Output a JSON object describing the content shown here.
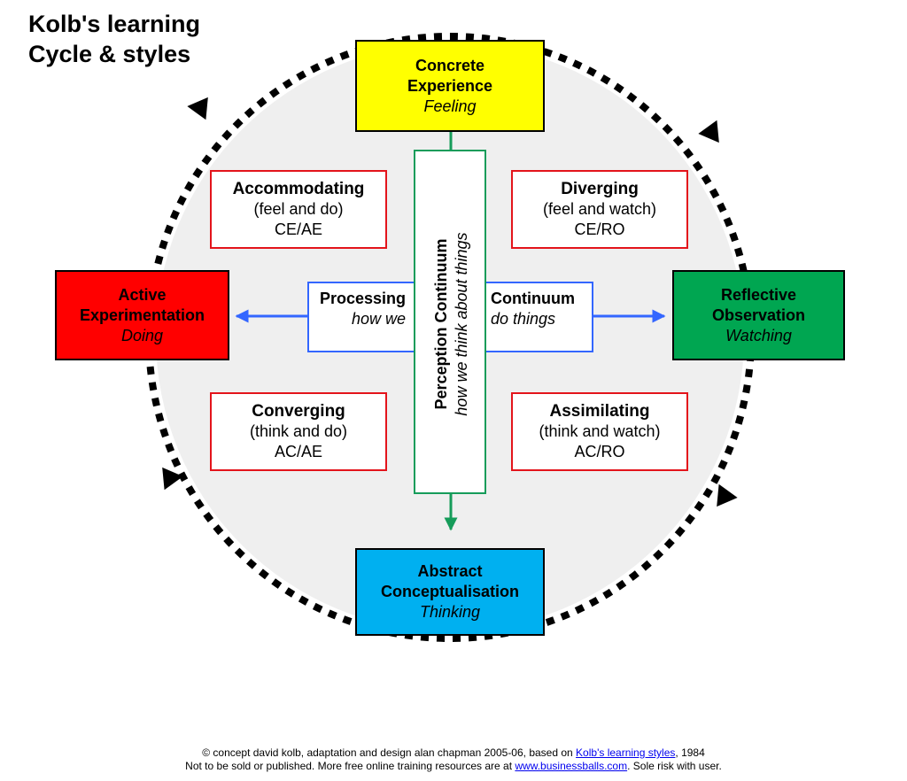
{
  "title": {
    "line1": "Kolb's learning",
    "line2": "Cycle &  styles"
  },
  "stages": {
    "concrete": {
      "name1": "Concrete",
      "name2": "Experience",
      "verb": "Feeling"
    },
    "reflective": {
      "name1": "Reflective",
      "name2": "Observation",
      "verb": "Watching"
    },
    "abstract": {
      "name1": "Abstract",
      "name2": "Conceptualisation",
      "verb": "Thinking"
    },
    "active": {
      "name1": "Active",
      "name2": "Experimentation",
      "verb": "Doing"
    }
  },
  "styles": {
    "accommodating": {
      "name": "Accommodating",
      "desc": "(feel and do)",
      "code": "CE/AE"
    },
    "diverging": {
      "name": "Diverging",
      "desc": "(feel and watch)",
      "code": "CE/RO"
    },
    "converging": {
      "name": "Converging",
      "desc": "(think and do)",
      "code": "AC/AE"
    },
    "assimilating": {
      "name": "Assimilating",
      "desc": "(think and watch)",
      "code": "AC/RO"
    }
  },
  "processing": {
    "left_title": "Processing",
    "left_sub": "how we",
    "right_title": "Continuum",
    "right_sub": "do things"
  },
  "perception": {
    "title": "Perception Continuum",
    "sub": "how we think about things"
  },
  "footer": {
    "l1_a": "© concept david kolb, adaptation and design alan chapman 2005-06, based on ",
    "l1_link": "Kolb's learning styles",
    "l1_b": ", 1984",
    "l2_a": "Not to be sold or published. More free online training resources are at ",
    "l2_link": "www.businessballs.com",
    "l2_b": ". Sole risk with user."
  },
  "colors": {
    "concrete": "#ffff00",
    "reflective": "#00a651",
    "abstract": "#00b0f0",
    "active": "#ff0000",
    "style_border": "#e3141b",
    "processing": "#3366ff",
    "perception": "#169c5a",
    "circle_fill": "#efefef",
    "cycle": "#000000"
  }
}
